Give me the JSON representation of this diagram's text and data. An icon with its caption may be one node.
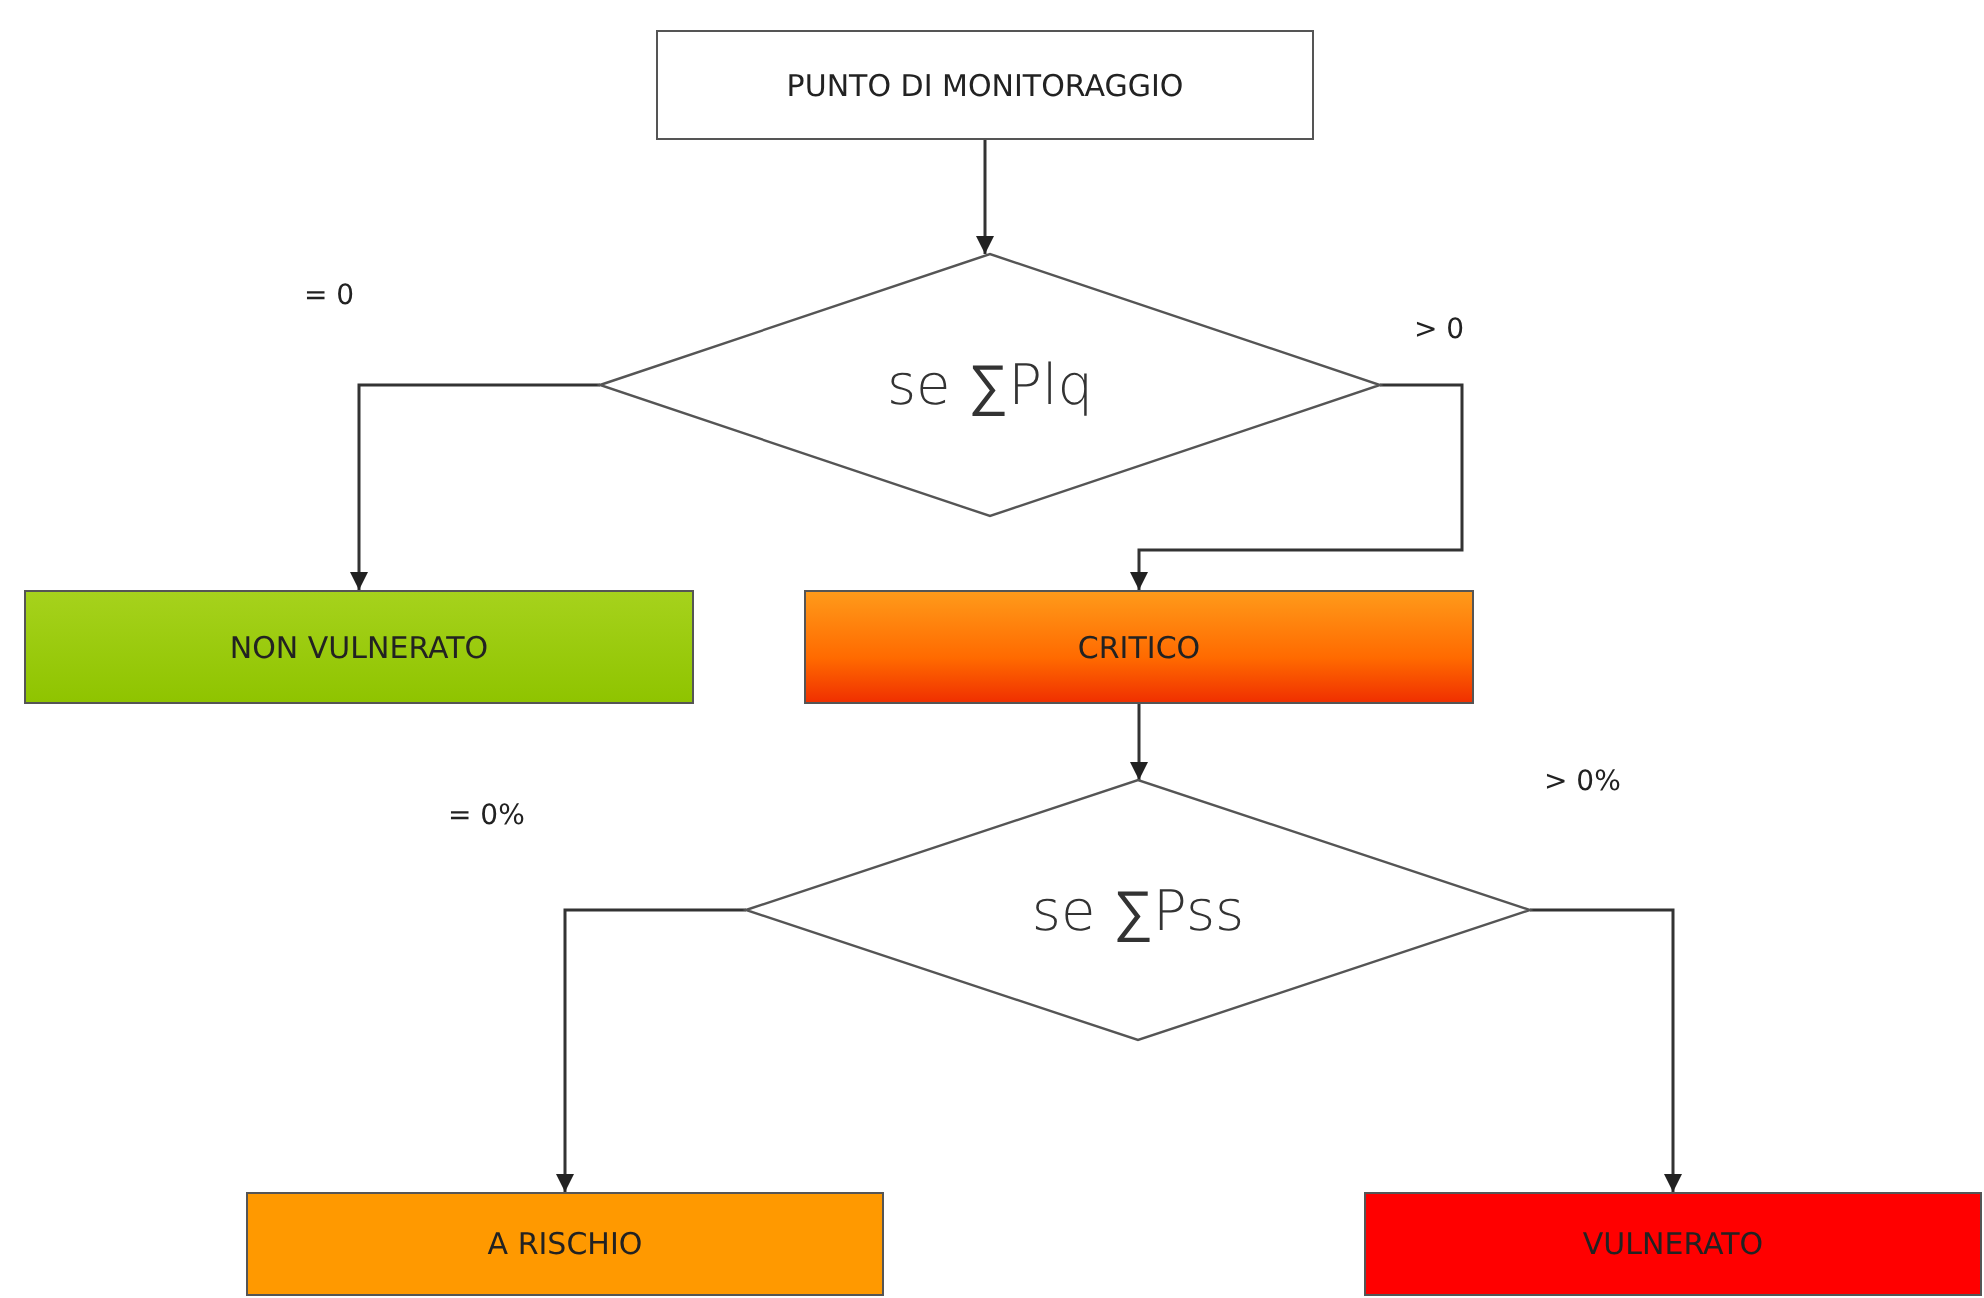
{
  "diagram": {
    "nodes": [
      {
        "text": [
          "PUNTO DI MONITORAGGIO"
        ]
      },
      {
        "text": [
          "se ∑Plq"
        ]
      },
      {
        "text": [
          "NON VULNERATO"
        ]
      },
      {
        "text": [
          "CRITICO"
        ]
      },
      {
        "text": [
          "se ∑Pss"
        ]
      },
      {
        "text": [
          "A RISCHIO"
        ]
      },
      {
        "text": [
          "VULNERATO"
        ]
      }
    ],
    "edges": [
      {
        "from": 0,
        "to": 1,
        "arrow": "to"
      },
      {
        "from": 1,
        "to": 2,
        "arrow": "to",
        "label": "= 0"
      },
      {
        "from": 1,
        "to": 3,
        "arrow": "to",
        "label": "> 0"
      },
      {
        "from": 3,
        "to": 4,
        "arrow": "to"
      },
      {
        "from": 4,
        "to": 5,
        "arrow": "to",
        "label": "= 0%"
      },
      {
        "from": 4,
        "to": 6,
        "arrow": "to",
        "label": "> 0%"
      }
    ]
  }
}
